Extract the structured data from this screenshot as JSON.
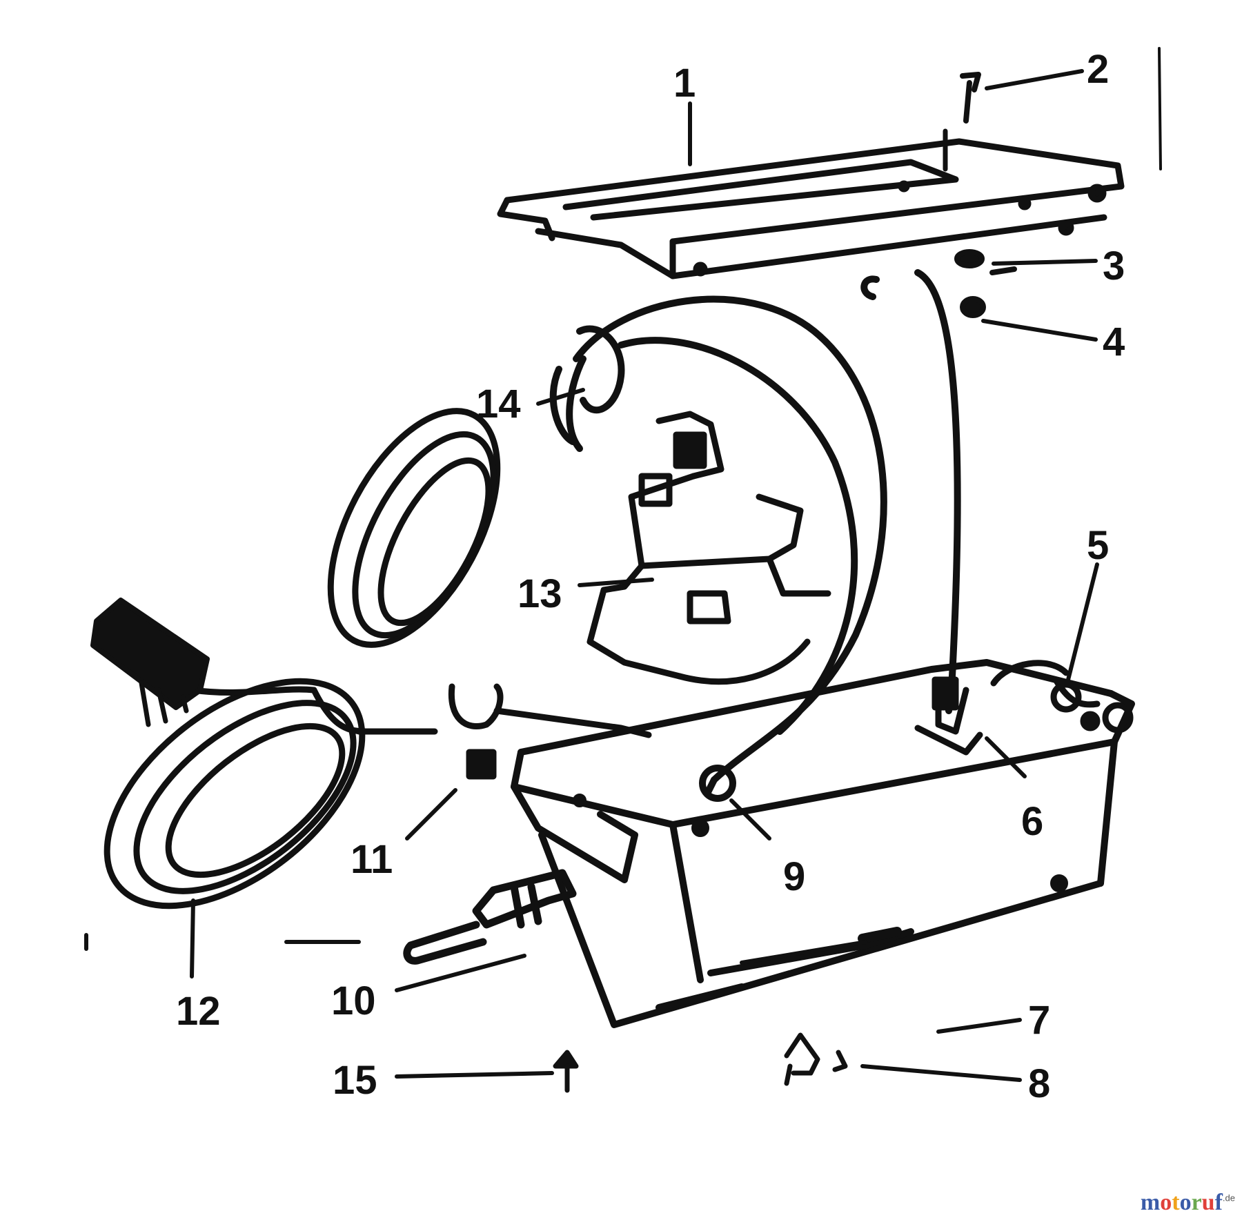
{
  "diagram": {
    "callouts": [
      {
        "id": 1,
        "label": "1"
      },
      {
        "id": 2,
        "label": "2"
      },
      {
        "id": 3,
        "label": "3"
      },
      {
        "id": 4,
        "label": "4"
      },
      {
        "id": 5,
        "label": "5"
      },
      {
        "id": 6,
        "label": "6"
      },
      {
        "id": 7,
        "label": "7"
      },
      {
        "id": 8,
        "label": "8"
      },
      {
        "id": 9,
        "label": "9"
      },
      {
        "id": 10,
        "label": "10"
      },
      {
        "id": 11,
        "label": "11"
      },
      {
        "id": 12,
        "label": "12"
      },
      {
        "id": 13,
        "label": "13"
      },
      {
        "id": 14,
        "label": "14"
      },
      {
        "id": 15,
        "label": "15"
      }
    ]
  },
  "watermark": {
    "brand": "motoruf",
    "suffix": ".de",
    "letter_colors": [
      "#3a5ba8",
      "#e0413a",
      "#f0a21b",
      "#3a5ba8",
      "#6aa84f",
      "#e0413a",
      "#3a5ba8"
    ]
  }
}
